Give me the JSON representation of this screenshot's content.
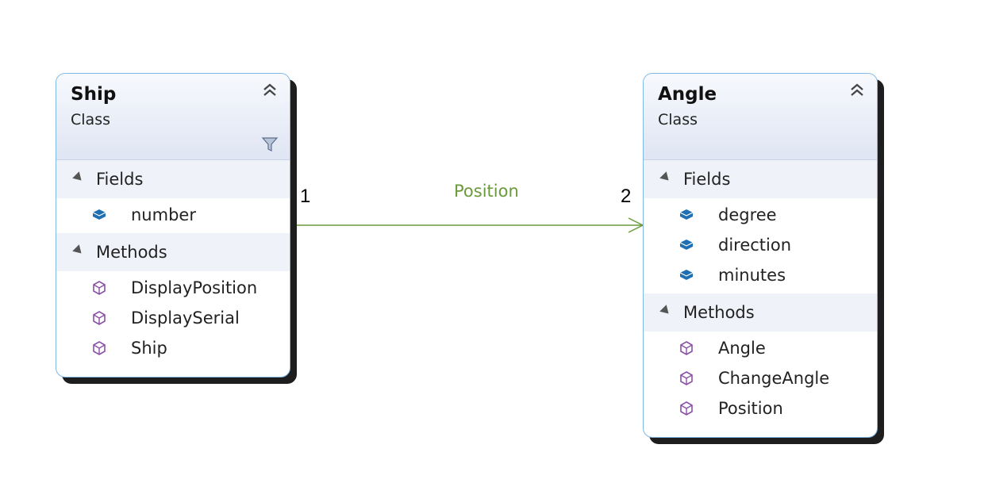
{
  "classes": {
    "ship": {
      "name": "Ship",
      "kind": "Class",
      "fields_label": "Fields",
      "fields": [
        "number"
      ],
      "methods_label": "Methods",
      "methods": [
        "DisplayPosition",
        "DisplaySerial",
        "Ship"
      ]
    },
    "angle": {
      "name": "Angle",
      "kind": "Class",
      "fields_label": "Fields",
      "fields": [
        "degree",
        "direction",
        "minutes"
      ],
      "methods_label": "Methods",
      "methods": [
        "Angle",
        "ChangeAngle",
        "Position"
      ]
    }
  },
  "association": {
    "label": "Position",
    "source_multiplicity": "1",
    "target_multiplicity": "2"
  },
  "colors": {
    "border": "#7fb8e6",
    "field_icon": "#1f6fb2",
    "method_icon": "#8a4fa8",
    "association_line": "#6a9a3a"
  },
  "icons": [
    "collapse-chevrons-icon",
    "filter-icon",
    "field-icon",
    "method-icon",
    "expand-triangle-icon"
  ]
}
